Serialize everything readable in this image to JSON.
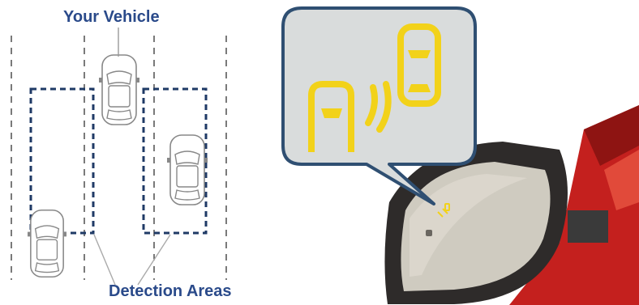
{
  "labels": {
    "your_vehicle": "Your Vehicle",
    "detection_areas": "Detection Areas"
  },
  "colors": {
    "label_text": "#2a4a8a",
    "detection_zone_border": "#1f3a66",
    "indicator_yellow": "#f2d21a",
    "bubble_fill": "#d9dcdc",
    "bubble_border": "#2f4f72",
    "mirror_housing": "#2e2b2a",
    "mirror_glass": "#cfcbc0",
    "car_body_red": "#c4201e"
  },
  "icons": {
    "zoom_icon": "blind-spot-warning-icon",
    "lane_markings": "dashed-lane-lines"
  }
}
